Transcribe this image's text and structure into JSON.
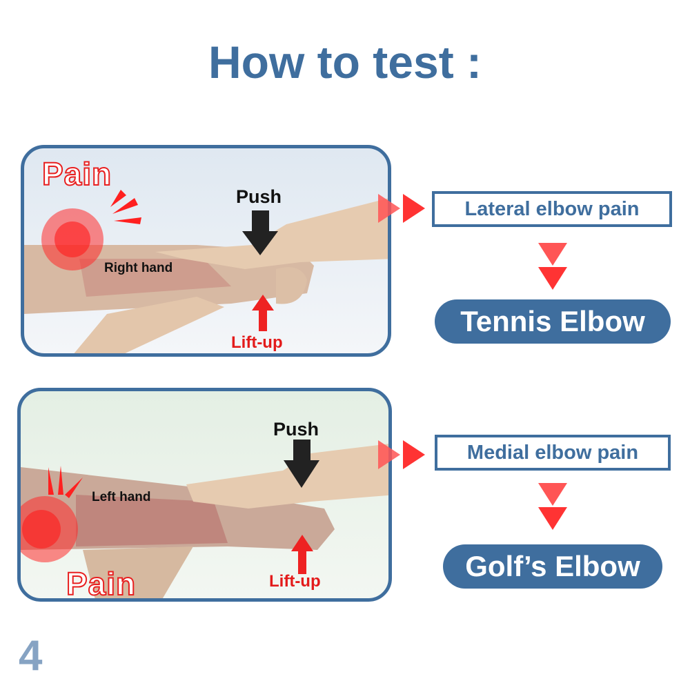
{
  "title": "How to test :",
  "panels": [
    {
      "pain_label": "Pain",
      "push_label": "Push",
      "hand_label": "Right hand",
      "lift_label": "Lift-up",
      "result": "Lateral elbow pain",
      "diagnosis": "Tennis Elbow"
    },
    {
      "pain_label": "Pain",
      "push_label": "Push",
      "hand_label": "Left hand",
      "lift_label": "Lift-up",
      "result": "Medial elbow pain",
      "diagnosis": "Golf’s Elbow"
    }
  ],
  "page_number": "4",
  "colors": {
    "brand_blue": "#3f6e9e",
    "arrow_red": "#ff3333",
    "page_number": "#86a3c3"
  }
}
